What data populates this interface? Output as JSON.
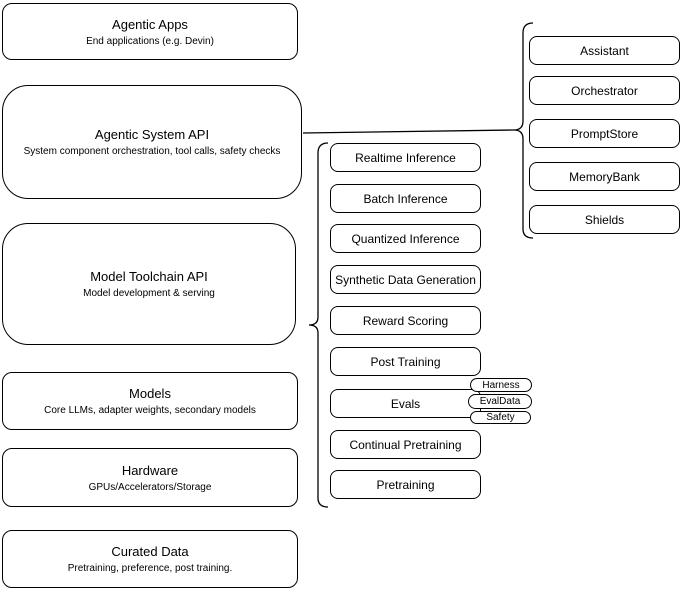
{
  "diagram": {
    "colors": {
      "stroke": "#000000",
      "fill": "#ffffff",
      "background": "#ffffff"
    },
    "stack_layers": [
      {
        "title": "Agentic Apps",
        "subtitle": "End applications (e.g. Devin)"
      },
      {
        "title": "Agentic System API",
        "subtitle": "System component orchestration, tool calls, safety checks"
      },
      {
        "title": "Model Toolchain API",
        "subtitle": "Model development & serving"
      },
      {
        "title": "Models",
        "subtitle": "Core LLMs, adapter weights, secondary models"
      },
      {
        "title": "Hardware",
        "subtitle": "GPUs/Accelerators/Storage"
      },
      {
        "title": "Curated Data",
        "subtitle": "Pretraining, preference, post training."
      }
    ],
    "toolchain_items": [
      {
        "label": "Realtime Inference"
      },
      {
        "label": "Batch Inference"
      },
      {
        "label": "Quantized Inference"
      },
      {
        "label": "Synthetic Data Generation"
      },
      {
        "label": "Reward Scoring"
      },
      {
        "label": "Post Training"
      },
      {
        "label": "Evals"
      },
      {
        "label": "Continual Pretraining"
      },
      {
        "label": "Pretraining"
      }
    ],
    "eval_tags": [
      {
        "label": "Harness"
      },
      {
        "label": "EvalData"
      },
      {
        "label": "Safety"
      }
    ],
    "system_components": [
      {
        "label": "Assistant"
      },
      {
        "label": "Orchestrator"
      },
      {
        "label": "PromptStore"
      },
      {
        "label": "MemoryBank"
      },
      {
        "label": "Shields"
      }
    ]
  }
}
